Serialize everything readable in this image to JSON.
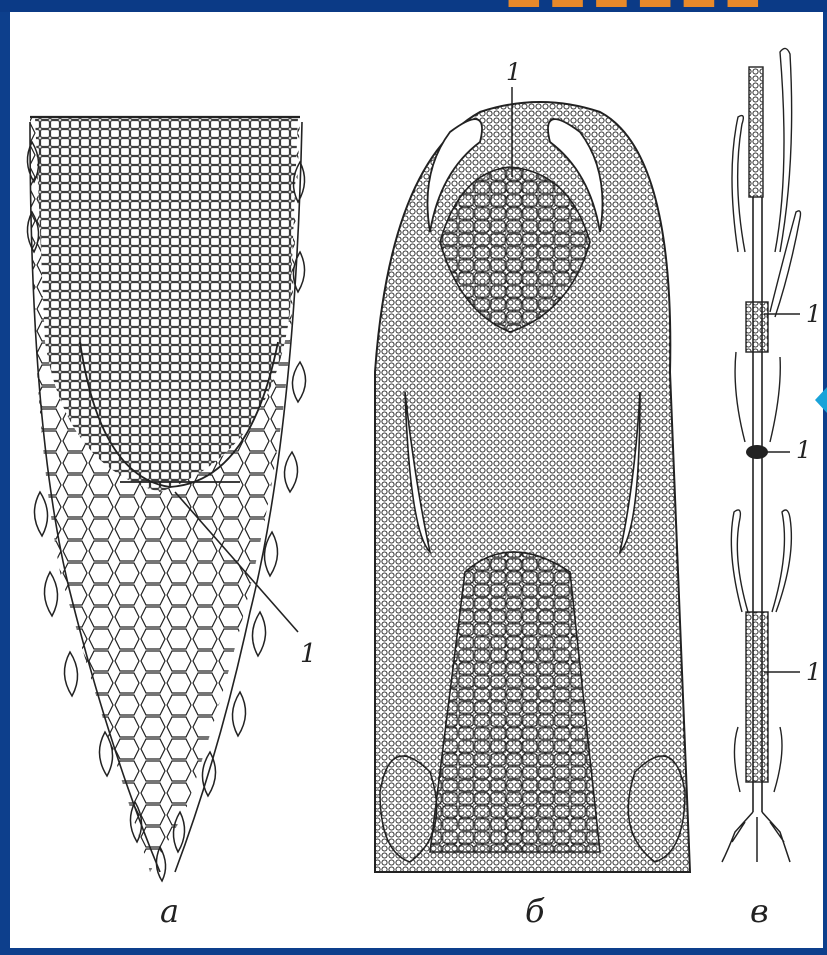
{
  "figure": {
    "panels": [
      {
        "id": "a",
        "letter": "а"
      },
      {
        "id": "b",
        "letter": "б"
      },
      {
        "id": "c",
        "letter": "в"
      }
    ],
    "callouts": [
      {
        "panel": "a",
        "text": "1"
      },
      {
        "panel": "b",
        "text": "1"
      },
      {
        "panel": "c",
        "text": "1"
      },
      {
        "panel": "c",
        "text": "1"
      },
      {
        "panel": "c",
        "text": "1"
      }
    ]
  },
  "colors": {
    "frame": "#0d3f8c",
    "paper": "#ffffff",
    "ink": "#222222",
    "accent": "#e8892a",
    "arrow": "#1aa3d9"
  }
}
